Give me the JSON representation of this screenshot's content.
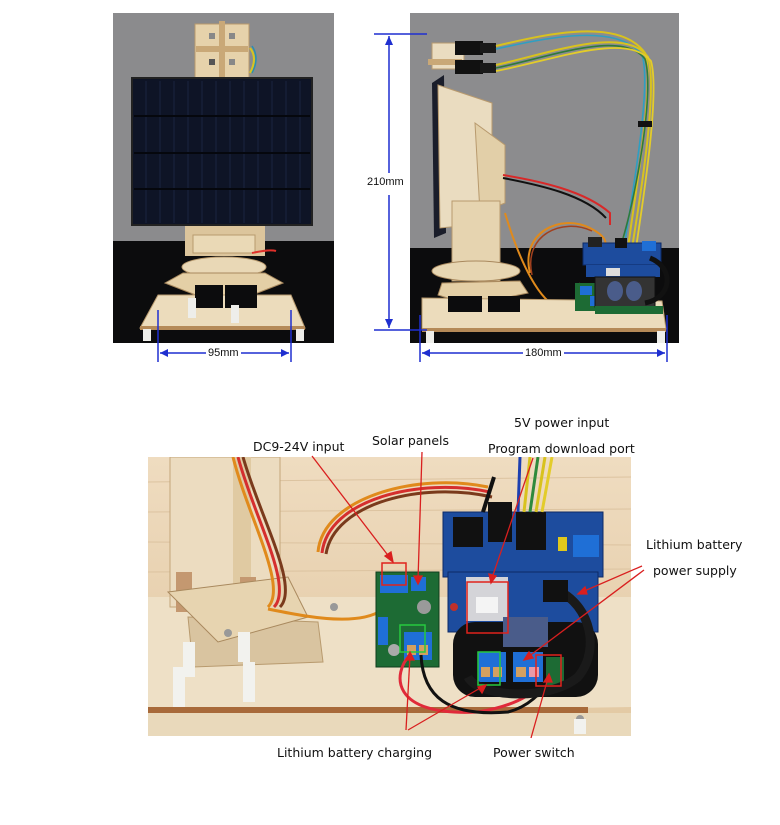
{
  "top_section": {
    "front_view": {
      "width_label": "95mm"
    },
    "side_view": {
      "height_label": "210mm",
      "depth_label": "180mm"
    }
  },
  "bottom_section": {
    "callouts": {
      "dc_input": "DC9-24V  input",
      "solar_panels": "Solar panels",
      "power_5v": "5V power input",
      "program_port": "Program download port",
      "lithium_supply_line1": "Lithium battery",
      "lithium_supply_line2": "power supply",
      "lithium_charging": "Lithium battery charging",
      "power_switch": "Power switch"
    },
    "highlight_colors": {
      "red_box": "#e0231c",
      "green_box": "#27c93f",
      "arrow": "#d91f1f"
    }
  },
  "colors": {
    "dimension_line": "#1f2fd0",
    "wood": "#e8d3ad",
    "wall": "#8d8d8f",
    "table_black": "#0b0b0c",
    "pcb_blue": "#1d4c9e",
    "pcb_green": "#1d6b34",
    "terminal_blue": "#1f6fd6"
  }
}
